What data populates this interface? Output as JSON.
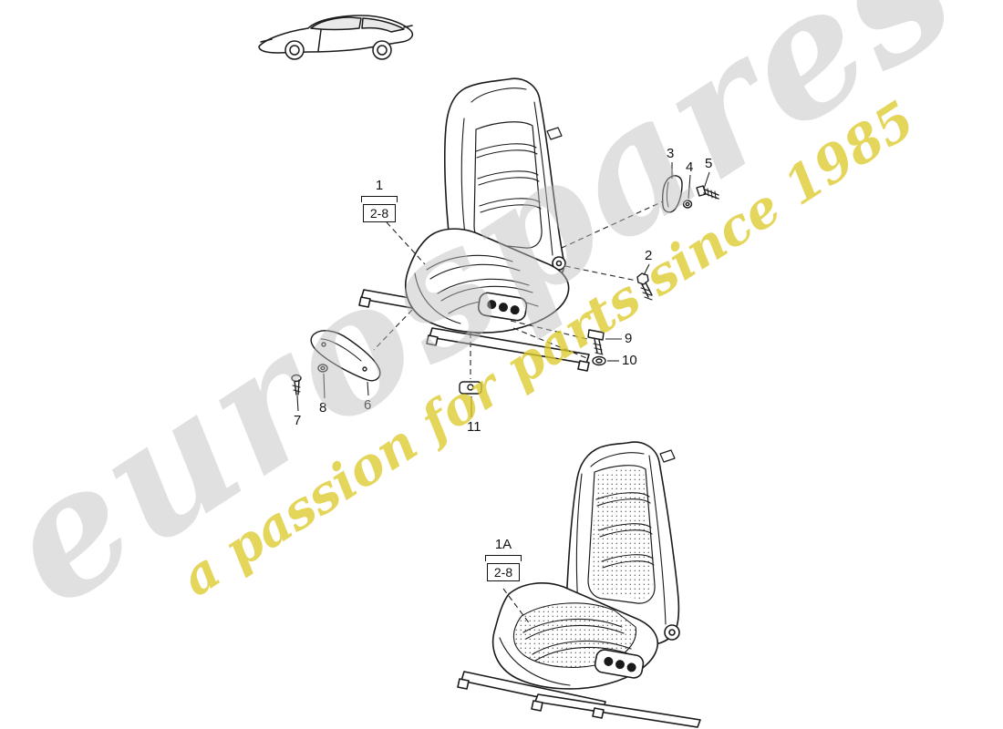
{
  "watermark": {
    "brand": "eurospares",
    "tagline": "a passion for parts since 1985",
    "brand_color": "#bdbdbd",
    "tagline_color": "#ddca2e"
  },
  "icons": {
    "vehicle": "car-silhouette-icon"
  },
  "callouts": {
    "c1": {
      "number": "1",
      "range": "2-8"
    },
    "c2": {
      "number": "2"
    },
    "c3": {
      "number": "3"
    },
    "c4": {
      "number": "4"
    },
    "c5": {
      "number": "5"
    },
    "c6": {
      "number": "6"
    },
    "c7": {
      "number": "7"
    },
    "c8": {
      "number": "8"
    },
    "c9": {
      "number": "9"
    },
    "c10": {
      "number": "10"
    },
    "c11": {
      "number": "11"
    },
    "c1a": {
      "number": "1A",
      "range": "2-8"
    }
  }
}
